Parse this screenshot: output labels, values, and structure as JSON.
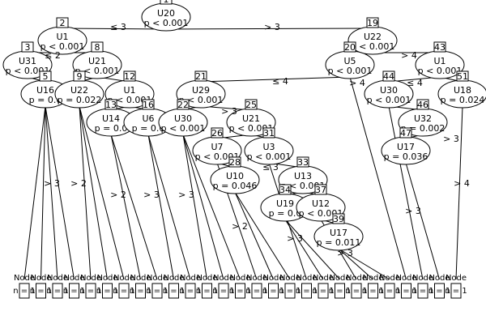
{
  "nodes": [
    {
      "id": "1",
      "var": "U20",
      "p": "p < 0.001"
    },
    {
      "id": "2",
      "var": "U1",
      "p": "p < 0.001"
    },
    {
      "id": "3",
      "var": "U31",
      "p": "p < 0.001"
    },
    {
      "id": "5",
      "var": "U16",
      "p": "p = 0.0"
    },
    {
      "id": "8",
      "var": "U21",
      "p": "p < 0.001"
    },
    {
      "id": "9",
      "var": "U22",
      "p": "p = 0.022"
    },
    {
      "id": "12",
      "var": "U1",
      "p": "p < 0.001"
    },
    {
      "id": "13",
      "var": "U14",
      "p": "p = 0.0"
    },
    {
      "id": "16",
      "var": "U6",
      "p": "p = 0.0"
    },
    {
      "id": "19",
      "var": "U22",
      "p": "p < 0.001"
    },
    {
      "id": "20",
      "var": "U5",
      "p": "p < 0.001"
    },
    {
      "id": "21",
      "var": "U29",
      "p": "p < 0.001"
    },
    {
      "id": "22",
      "var": "U30",
      "p": "p < 0.001"
    },
    {
      "id": "25",
      "var": "U21",
      "p": "p < 0.001"
    },
    {
      "id": "26",
      "var": "U7",
      "p": "p < 0.001"
    },
    {
      "id": "28",
      "var": "U10",
      "p": "p = 0.046"
    },
    {
      "id": "31",
      "var": "U3",
      "p": "p < 0.001"
    },
    {
      "id": "33",
      "var": "U13",
      "p": "p < 0.001"
    },
    {
      "id": "34",
      "var": "U19",
      "p": "p = 0.0"
    },
    {
      "id": "37",
      "var": "U12",
      "p": "p < 0.001"
    },
    {
      "id": "39",
      "var": "U17",
      "p": "p = 0.011"
    },
    {
      "id": "43",
      "var": "U1",
      "p": "p < 0.001"
    },
    {
      "id": "44",
      "var": "U30",
      "p": "p < 0.001"
    },
    {
      "id": "46",
      "var": "U32",
      "p": "p = 0.002"
    },
    {
      "id": "47",
      "var": "U17",
      "p": "p = 0.036"
    },
    {
      "id": "51",
      "var": "U18",
      "p": "p = 0.024"
    }
  ],
  "edge_labels": [
    "≤ 3",
    "> 3",
    "> 4",
    "≤ 4",
    "> 4",
    "≤ 2",
    "> 3",
    "> 2",
    "> 2",
    "> 3",
    "> 3",
    "> 3",
    "> 2",
    "> 3",
    "≤ 3",
    "> 3",
    "> 4",
    "> 3",
    "≤ 4",
    "> 3"
  ],
  "leaf_label": "Node",
  "leaf_n": "n = 1"
}
